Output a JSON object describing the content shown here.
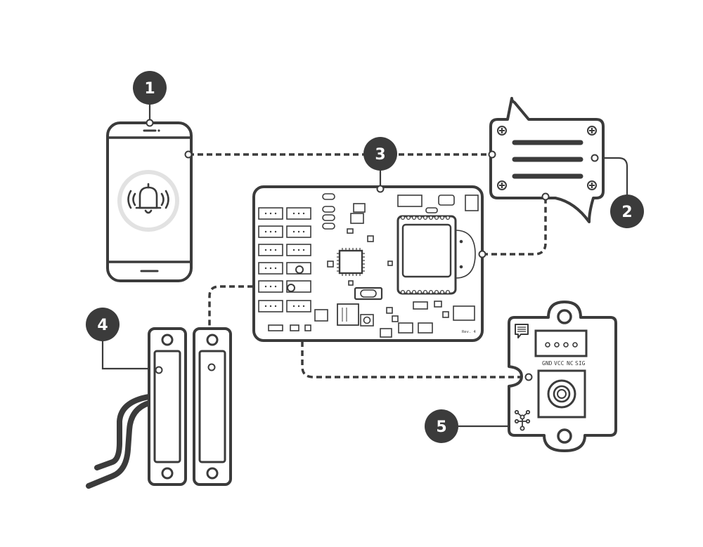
{
  "callouts": [
    "1",
    "2",
    "3",
    "4",
    "5"
  ],
  "sensor": {
    "pin_labels": [
      "GND",
      "VCC",
      "NC",
      "SIG"
    ]
  },
  "board": {
    "revision": "Rev. 4"
  },
  "icons": {
    "phone_alert": "bell-icon",
    "speaker": "speaker-icon",
    "sensor_comment": "comment-icon",
    "sensor_network": "network-icon"
  },
  "colors": {
    "stroke": "#3b3b3b",
    "callout_fill": "#3b3b3b",
    "alert_ring": "#e2e2e2",
    "background": "#ffffff"
  }
}
